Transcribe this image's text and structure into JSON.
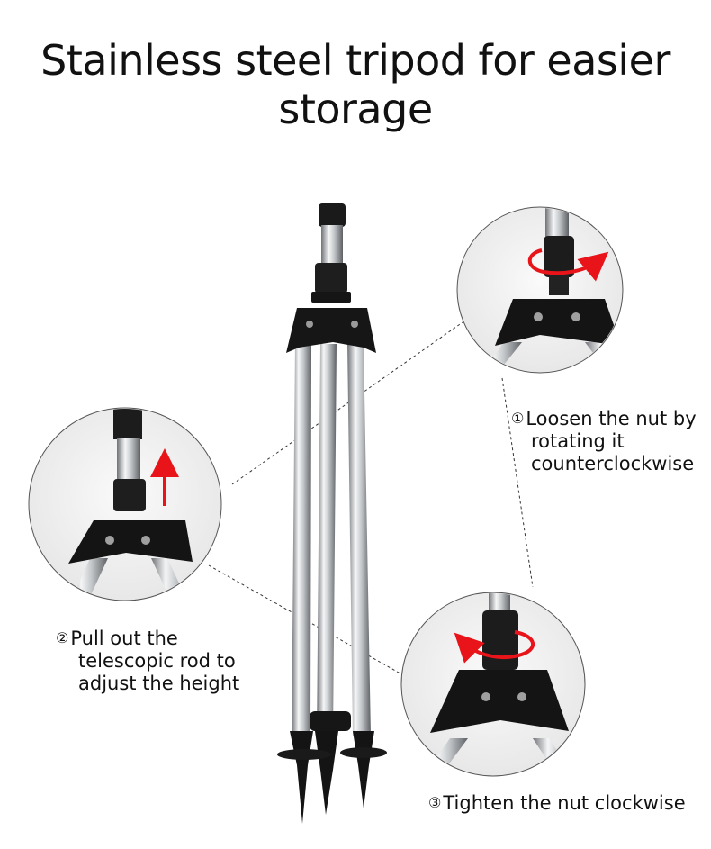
{
  "title": {
    "line1": "Stainless steel tripod for easier",
    "line2": "storage"
  },
  "steps": [
    {
      "number": "①",
      "line1": "Loosen the nut by",
      "line2": "rotating it",
      "line3": "counterclockwise"
    },
    {
      "number": "②",
      "line1": "Pull out the",
      "line2": "telescopic rod to",
      "line3": "adjust the height"
    },
    {
      "number": "③",
      "line1": "Tighten the nut clockwise"
    }
  ],
  "colors": {
    "arrow": "#e8141a",
    "steel": "#b9bcc0",
    "plastic": "#151515",
    "circle_bg": "#f3f3f3"
  },
  "icons": [
    "red-up-arrow-icon",
    "red-counterclockwise-arrow-icon",
    "red-clockwise-arrow-icon"
  ]
}
